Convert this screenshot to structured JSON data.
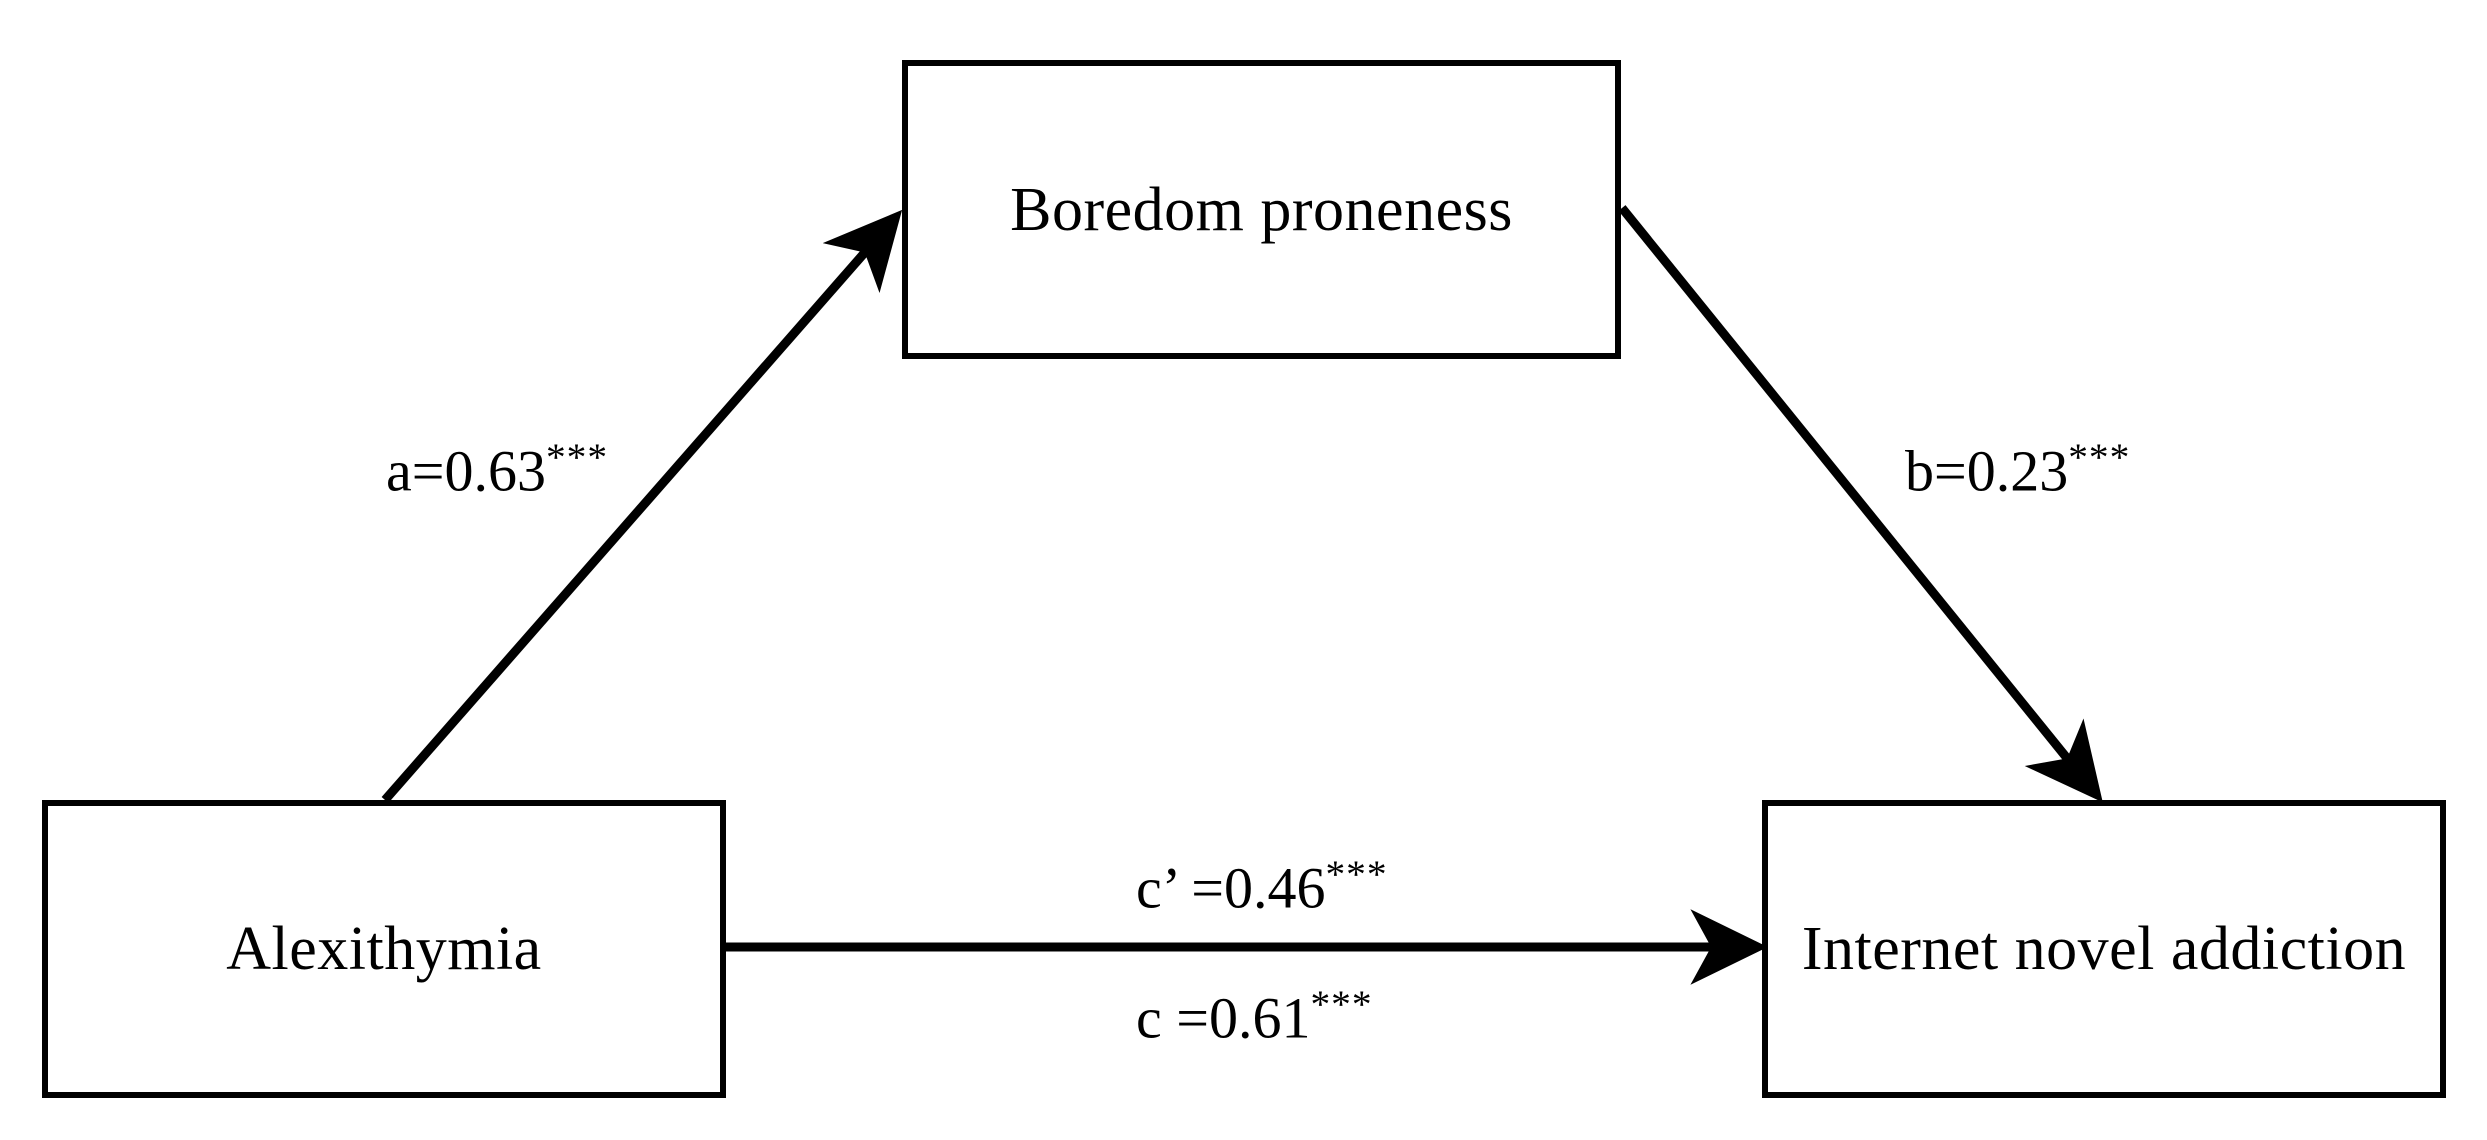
{
  "diagram": {
    "type": "mediation-model",
    "title": "",
    "background_color": "#ffffff",
    "stroke_color": "#000000",
    "nodes": [
      {
        "id": "mediator",
        "label": "Boredom proneness",
        "role": "mediator"
      },
      {
        "id": "predictor",
        "label": "Alexithymia",
        "role": "independent-variable"
      },
      {
        "id": "outcome",
        "label": "Internet novel addiction",
        "role": "dependent-variable"
      }
    ],
    "paths": [
      {
        "id": "a",
        "from": "predictor",
        "to": "mediator",
        "label_text": "a=0.63",
        "significance": "***",
        "coefficient": 0.63,
        "coefficient_name": "a"
      },
      {
        "id": "b",
        "from": "mediator",
        "to": "outcome",
        "label_text": "b=0.23",
        "significance": "***",
        "coefficient": 0.23,
        "coefficient_name": "b"
      },
      {
        "id": "c-prime",
        "from": "predictor",
        "to": "outcome",
        "label_text": "c’ =0.46",
        "significance": "***",
        "coefficient": 0.46,
        "coefficient_name": "c’"
      },
      {
        "id": "c",
        "from": "predictor",
        "to": "outcome",
        "label_text": "c =0.61",
        "significance": "***",
        "coefficient": 0.61,
        "coefficient_name": "c"
      }
    ]
  }
}
